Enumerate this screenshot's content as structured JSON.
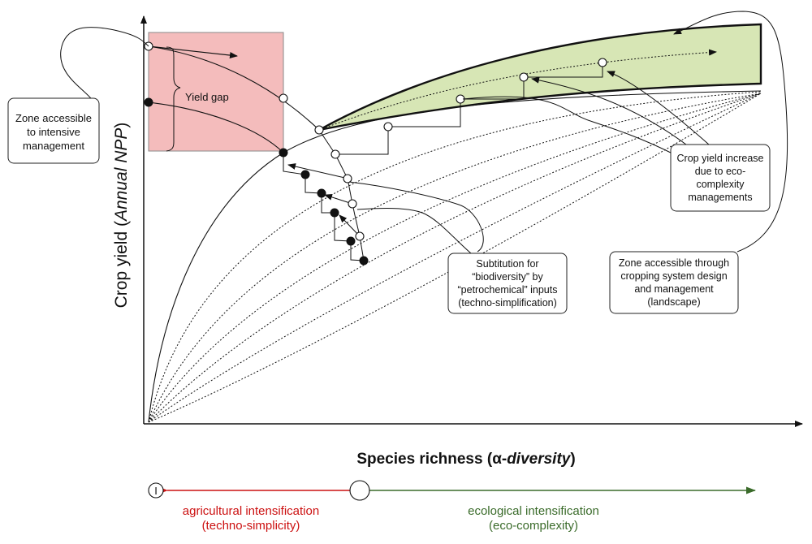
{
  "axes": {
    "y_label_plain": "Crop yield (",
    "y_label_italic": "Annual NPP",
    "y_label_close": ")",
    "x_label_plain": "Species richness (",
    "x_label_alpha": "α",
    "x_label_dash": "-",
    "x_label_italic": "diversity",
    "x_label_close": ")"
  },
  "annotations": {
    "yield_gap": "Yield gap",
    "intensive_zone": [
      "Zone accessible",
      "to intensive",
      "management"
    ],
    "substitution": [
      "Subtitution for",
      "“biodiversity” by",
      "“petrochemical” inputs",
      "(techno-simplification)"
    ],
    "crop_yield_increase": [
      "Crop yield increase",
      "due to eco-",
      "complexity",
      "managements"
    ],
    "landscape_zone": [
      "Zone accessible through",
      "cropping system design",
      "and management",
      "(landscape)"
    ]
  },
  "bottom_axis": {
    "origin_symbol": "I",
    "left_label": [
      "agricultural intensification",
      "(techno-simplicity)"
    ],
    "right_label": [
      "ecological intensification",
      "(eco-complexity)"
    ],
    "left_color": "#cc1111",
    "right_color": "#3a6b2a"
  },
  "colors": {
    "intensive_zone_fill": "#f4bcbc",
    "eco_zone_fill": "#d7e6b5"
  }
}
